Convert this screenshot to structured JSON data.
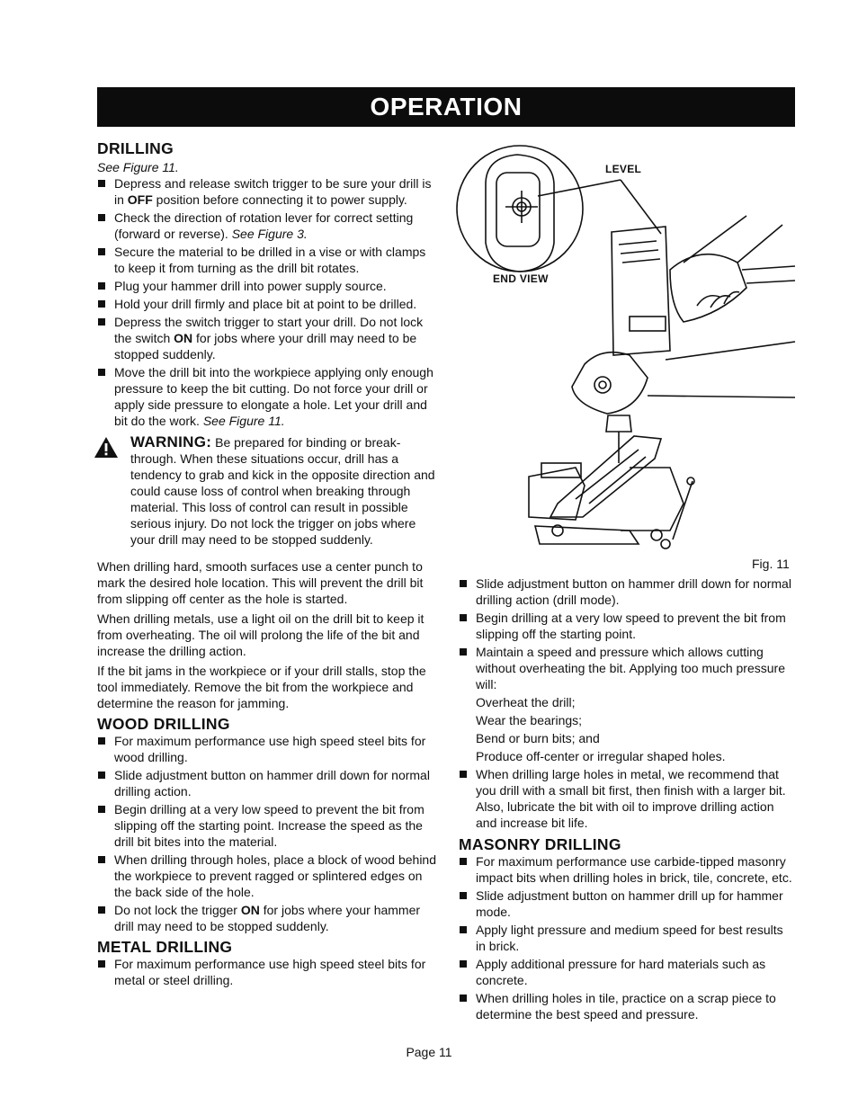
{
  "header": {
    "title": "OPERATION"
  },
  "drilling": {
    "heading": "DRILLING",
    "see_figure": "See Figure 11.",
    "bullets": [
      [
        "Depress and release switch trigger to be sure your drill is in ",
        "OFF",
        " position before connecting it to power supply."
      ],
      [
        "Check the direction of rotation lever for correct setting (forward or reverse). ",
        "",
        "",
        "See Figure 3."
      ],
      [
        "Secure the material to be drilled in a vise or with clamps to keep it from turning as the drill bit rotates."
      ],
      [
        "Plug your hammer drill into power supply source."
      ],
      [
        "Hold your drill firmly and place bit at point to be drilled."
      ],
      [
        "Depress the switch trigger to start your drill. Do not lock the switch ",
        "ON",
        " for jobs where your drill may need to be stopped suddenly."
      ],
      [
        "Move the drill bit into the workpiece applying only enough pressure to keep the bit cutting. Do not force your drill or apply side pressure to elongate a hole. Let your drill and bit do the work. ",
        "",
        "",
        "See Figure 11."
      ]
    ],
    "warning_label": "WARNING:",
    "warning_text": "Be prepared for binding or break-through. When these situations occur, drill has a tendency to grab and kick in the opposite direction and could cause loss of control when breaking through material. This loss of control can result in possible serious injury. Do not lock the trigger on jobs where your drill may need to be stopped suddenly.",
    "paragraphs": [
      "When drilling hard, smooth surfaces use a center punch to mark the desired hole location. This will prevent the drill bit from slipping off center as the hole is started.",
      "When drilling metals, use a light oil on the drill bit to keep it from overheating. The oil will prolong the life of the bit and increase the drilling action.",
      "If the bit jams in the workpiece or if your drill stalls, stop the tool immediately. Remove the bit from the workpiece and determine the reason for jamming."
    ]
  },
  "wood": {
    "heading": "WOOD DRILLING",
    "bullets": [
      [
        "For maximum performance use high speed steel bits for wood drilling."
      ],
      [
        "Slide adjustment button on hammer drill down for normal drilling action."
      ],
      [
        "Begin drilling at a very low speed to prevent the bit from slipping off the starting point. Increase the speed as the drill bit bites into the material."
      ],
      [
        "When drilling through holes, place a block of wood behind the workpiece to prevent ragged or splintered edges on the back side of the hole."
      ],
      [
        "Do not lock the trigger ",
        "ON",
        " for jobs where your hammer drill may need to be stopped suddenly."
      ]
    ]
  },
  "metal": {
    "heading": "METAL DRILLING",
    "bullets": [
      [
        "For maximum performance use high speed steel bits for metal or steel drilling."
      ],
      [
        "Slide adjustment button on hammer drill down for normal drilling action (drill mode)."
      ],
      [
        "Begin drilling at a very low speed to prevent the bit from slipping off the starting point."
      ],
      [
        "Maintain a speed and pressure which allows cutting without overheating the bit. Applying too much pressure will:"
      ]
    ],
    "effects": [
      "Overheat the drill;",
      "Wear the bearings;",
      "Bend or burn bits; and",
      "Produce off-center or irregular shaped holes."
    ],
    "bullets2": [
      [
        "When drilling large holes in metal, we recommend that you drill with a small bit first, then finish with a larger bit. Also, lubricate the bit with oil to improve drilling action and increase bit life."
      ]
    ]
  },
  "masonry": {
    "heading": "MASONRY DRILLING",
    "bullets": [
      [
        "For maximum performance use carbide-tipped masonry impact bits when drilling holes in brick, tile, concrete, etc."
      ],
      [
        "Slide adjustment button on hammer drill up for hammer mode."
      ],
      [
        "Apply light pressure and medium speed for best results in brick."
      ],
      [
        "Apply additional pressure for hard materials such as concrete."
      ],
      [
        "When drilling holes in tile, practice on a scrap piece to determine the best speed and pressure."
      ]
    ]
  },
  "figure": {
    "label_level": "LEVEL",
    "label_end_view": "END VIEW",
    "caption": "Fig. 11"
  },
  "footer": {
    "page": "Page 11"
  }
}
